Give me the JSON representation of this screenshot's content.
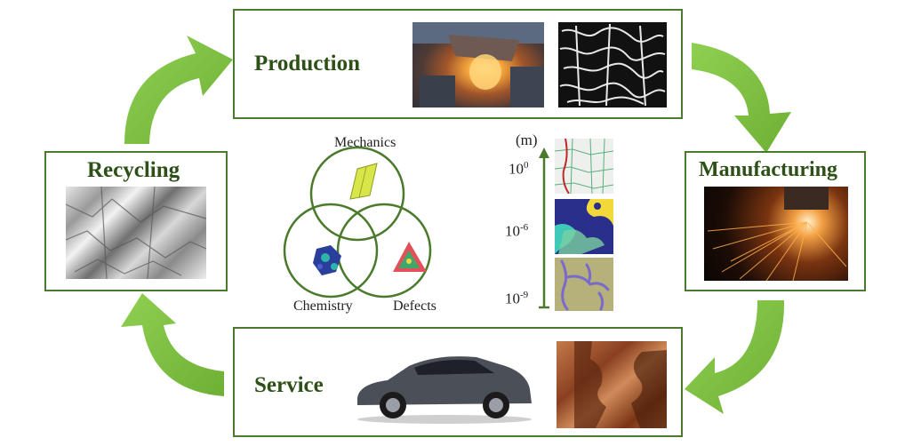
{
  "stages": {
    "production": "Production",
    "manufacturing": "Manufacturing",
    "service": "Service",
    "recycling": "Recycling"
  },
  "venn": {
    "top": "Mechanics",
    "left": "Chemistry",
    "right": "Defects"
  },
  "scale": {
    "unit": "(m)",
    "ticks": [
      {
        "base": "10",
        "exp": "0"
      },
      {
        "base": "10",
        "exp": "-6"
      },
      {
        "base": "10",
        "exp": "-9"
      }
    ]
  },
  "colors": {
    "arrow": "#7cc243",
    "border": "#4a7a2c",
    "stage_text": "#2d5016"
  }
}
